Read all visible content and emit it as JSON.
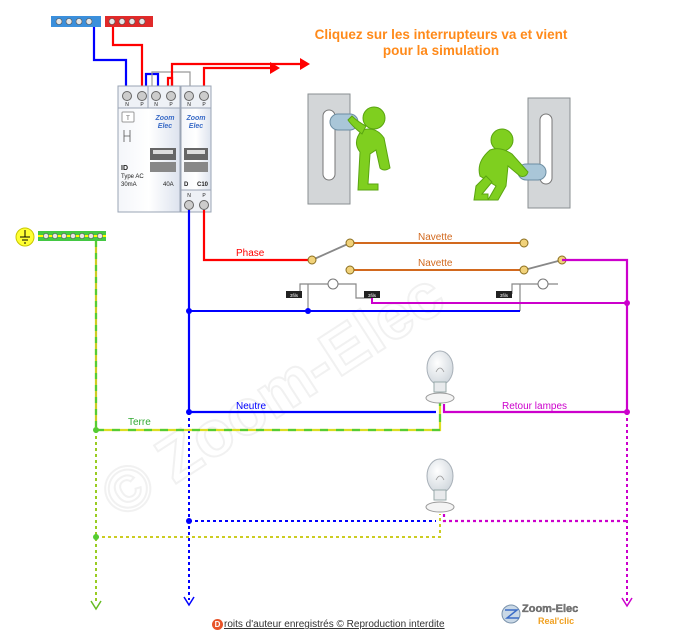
{
  "instruction": {
    "line1": "Cliquez sur les interrupteurs va et vient",
    "line2": "pour la simulation"
  },
  "watermark": "© Zoom-Elec",
  "breakers": {
    "id": {
      "np_n": "N",
      "np_p": "P",
      "brand_line1": "Zoom",
      "brand_line2": "Elec",
      "label_id": "ID",
      "label_type": "Type AC",
      "label_current": "30mA",
      "rating": "40A",
      "badge": "T"
    },
    "c10": {
      "np_n": "N",
      "np_p": "P",
      "brand_line1": "Zoom",
      "brand_line2": "Elec",
      "curve": "D",
      "rating": "C10",
      "bottom_n": "N",
      "bottom_p": "P"
    }
  },
  "wires": {
    "phase": "Phase",
    "navette_top": "Navette",
    "navette_bottom": "Navette",
    "neutre": "Neutre",
    "terre": "Terre",
    "retour": "Retour lampes"
  },
  "switch_tags": [
    "3fils",
    "3fils",
    "3fils"
  ],
  "footer": {
    "prefix": "D",
    "text": "roits d'auteur enregistrés © Reproduction interdite"
  },
  "logo": {
    "line1": "Zoom-Elec",
    "line2": "Real'clic"
  },
  "colors": {
    "phase": "#ff0000",
    "neutral": "#0000ff",
    "navette": "#d2691e",
    "retour": "#cc00cc",
    "earth_green": "#33cc33",
    "earth_yellow": "#ffff00",
    "instruction": "#ff8a1a"
  }
}
